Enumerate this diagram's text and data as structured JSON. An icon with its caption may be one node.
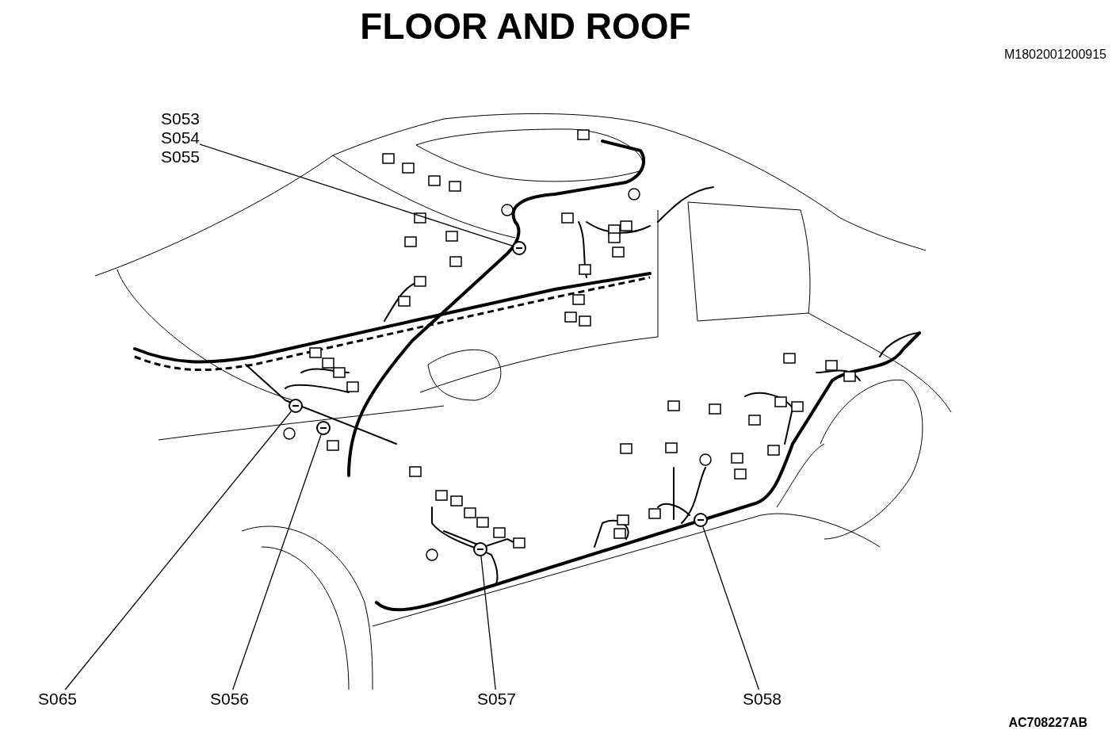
{
  "diagram": {
    "title": "FLOOR AND ROOF",
    "nodes": [
      {
        "text": [
          "S053",
          "S054",
          "S055"
        ]
      },
      {
        "text": [],
        "shape": "circle"
      },
      {
        "text": [
          "S065"
        ]
      },
      {
        "text": [],
        "shape": "circle"
      },
      {
        "text": [
          "S056"
        ]
      },
      {
        "text": [],
        "shape": "circle"
      },
      {
        "text": [
          "S057"
        ]
      },
      {
        "text": [],
        "shape": "circle"
      },
      {
        "text": [
          "S058"
        ]
      },
      {
        "text": [],
        "shape": "circle"
      }
    ],
    "edges": [
      {
        "from": 0,
        "to": 1,
        "arrow": "none"
      },
      {
        "from": 2,
        "to": 3,
        "arrow": "none"
      },
      {
        "from": 4,
        "to": 5,
        "arrow": "none"
      },
      {
        "from": 6,
        "to": 7,
        "arrow": "none"
      },
      {
        "from": 8,
        "to": 9,
        "arrow": "none"
      }
    ],
    "labels": [
      "M1802001200915",
      "AC708227AB"
    ]
  }
}
